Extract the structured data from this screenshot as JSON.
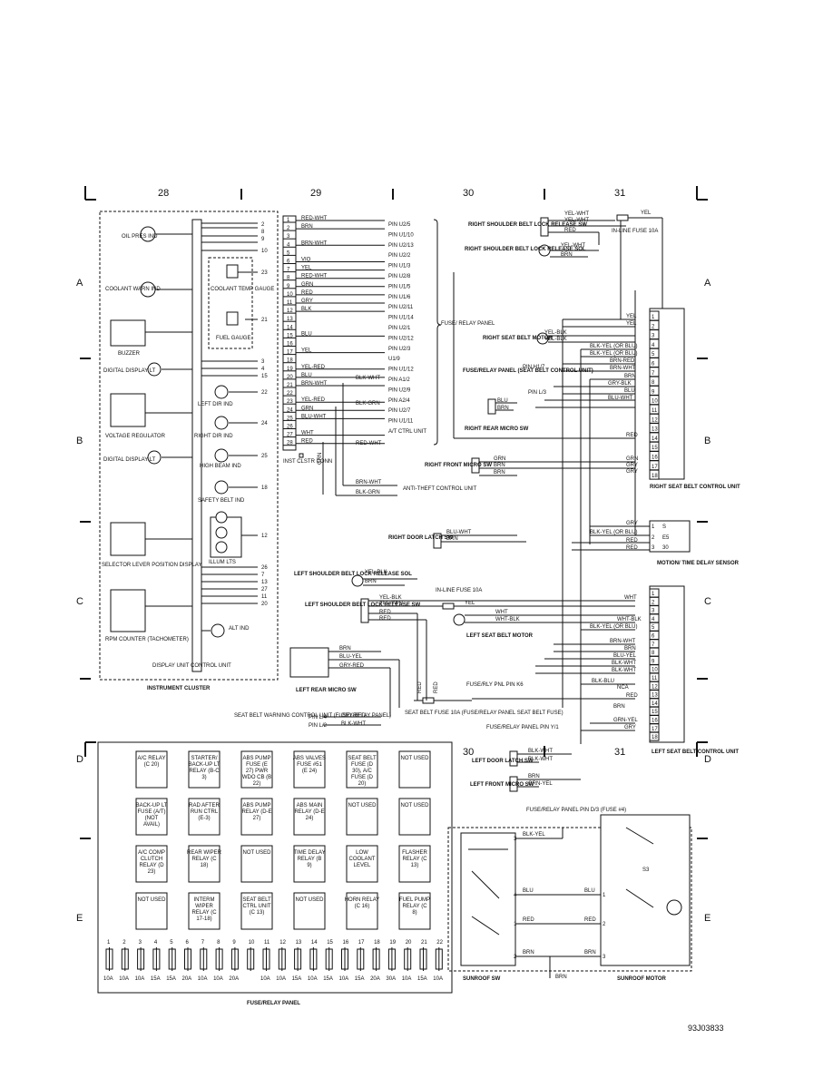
{
  "grid": {
    "columns": [
      "28",
      "29",
      "30",
      "31"
    ],
    "rows": [
      "A",
      "B",
      "C",
      "D",
      "E"
    ]
  },
  "instrument_cluster": {
    "title": "INSTRUMENT CLUSTER",
    "unit_label": "DISPLAY UNIT CONTROL UNIT",
    "components": [
      "OIL PRES IND",
      "COOLANT WARN IND",
      "BUZZER",
      "DIGITAL DISPLAY LT",
      "VOLTAGE REGULATOR",
      "DIGITAL DISPLAY LT",
      "SELECTOR LEVER POSITION DISPLAY",
      "RPM COUNTER (TACHOMETER)"
    ],
    "gauges": [
      "COOLANT TEMP GAUGE",
      "FUEL GAUGE"
    ],
    "indicators": [
      "LEFT DIR IND",
      "RIGHT DIR IND",
      "HIGH BEAM IND",
      "SAFETY BELT IND",
      "ILLUM LTS",
      "ALT IND"
    ],
    "pin_numbers": [
      "2",
      "8",
      "9",
      "10",
      "23",
      "21",
      "3",
      "4",
      "15",
      "22",
      "24",
      "25",
      "18",
      "12",
      "26",
      "7",
      "13",
      "27",
      "11",
      "20"
    ]
  },
  "inst_connector": {
    "label": "INST CLSTR CONN",
    "pins": [
      "1",
      "2",
      "3",
      "4",
      "5",
      "6",
      "7",
      "8",
      "9",
      "10",
      "11",
      "12",
      "13",
      "14",
      "15",
      "16",
      "17",
      "18",
      "19",
      "20",
      "21",
      "22",
      "23",
      "24",
      "25",
      "26",
      "27",
      "28"
    ],
    "wires": [
      "RED-WHT",
      "BRN",
      "",
      "BRN-WHT",
      "",
      "VIO",
      "YEL",
      "RED-WHT",
      "GRN",
      "RED",
      "GRY",
      "BLK",
      "",
      "",
      "BLU",
      "",
      "YEL",
      "",
      "YEL-RED",
      "BLU",
      "BRN-WHT",
      "",
      "YEL-RED",
      "GRN",
      "BLU-WHT",
      "",
      "WHT",
      "RED"
    ],
    "destinations": [
      "PIN U2/5",
      "PIN U1/10",
      "PIN U2/13",
      "PIN U2/2",
      "PIN U1/3",
      "PIN U2/8",
      "PIN U1/5",
      "PIN U1/6",
      "PIN U2/11",
      "PIN U1/14",
      "PIN U2/1",
      "PIN U2/12",
      "PIN U2/3",
      "U1/9",
      "PIN U1/12",
      "PIN A1/2",
      "PIN U2/9",
      "PIN A2/4",
      "PIN U2/7",
      "PIN U1/11",
      "A/T CTRL UNIT"
    ],
    "extra_wires": [
      "BLK-WHT",
      "BLK-GRN",
      "RED-WHT",
      "GRN",
      "BRN-WHT",
      "BLK-GRN"
    ],
    "fuse_relay_panel": "FUSE/ RELAY PANEL",
    "anti_theft": "ANTI-THEFT CONTROL UNIT"
  },
  "right_side": {
    "shoulder_belt_sw": "RIGHT SHOULDER BELT LOCK RELEASE SW",
    "shoulder_belt_sol": "RIGHT SHOULDER BELT LOCK RELEASE SOL",
    "inline_fuse": "IN-LINE FUSE 10A",
    "seat_belt_motor": "RIGHT SEAT BELT MOTOR",
    "fuse_relay_panel": "FUSE/RELAY PANEL (SEAT BELT CONTROL UNIT)",
    "pin_h": "PIN H1/7",
    "pin_l": "PIN L/3",
    "rear_micro_sw": "RIGHT REAR MICRO SW",
    "front_micro_sw": "RIGHT FRONT MICRO SW",
    "door_latch_sw": "RIGHT DOOR LATCH SW",
    "control_unit": "RIGHT SEAT BELT CONTROL UNIT",
    "control_unit_pins": [
      "1",
      "2",
      "3",
      "4",
      "5",
      "6",
      "7",
      "8",
      "9",
      "10",
      "11",
      "12",
      "13",
      "14",
      "15",
      "16",
      "17",
      "18"
    ],
    "wires": [
      "YEL-WHT",
      "YEL-WHT",
      "RED",
      "YEL-WHT",
      "BRN",
      "YEL",
      "YEL",
      "YEL-BLK",
      "YEL-BLK",
      "BLK-YEL (OR BLU)",
      "BLK-YEL (OR BLU)",
      "BRN-RED",
      "BRN-WHT",
      "BRN",
      "GRY-BLK",
      "BLU",
      "BLU-WHT",
      "BLU",
      "BRN",
      "RED",
      "GRN",
      "BRN",
      "BRN",
      "GRN",
      "GRY",
      "GRY",
      "BLU-WHT",
      "BRN",
      "YEL"
    ]
  },
  "motion_sensor": {
    "label": "MOTION/ TIME DELAY SENSOR",
    "pins": [
      "1",
      "2",
      "3"
    ],
    "codes": [
      "S",
      "E5",
      "30"
    ],
    "wires": [
      "GRY",
      "BLK-YEL (OR BLU)",
      "RED",
      "RED"
    ]
  },
  "left_side": {
    "shoulder_belt_sol": "LEFT SHOULDER BELT LOCK RELEASE SOL",
    "shoulder_belt_sw": "LEFT SHOULDER BELT LOCK RELEASE SW",
    "inline_fuse": "IN-LINE FUSE 10A",
    "seat_belt_motor": "LEFT SEAT BELT MOTOR",
    "rear_micro_sw": "LEFT REAR MICRO SW",
    "door_latch_sw": "LEFT DOOR LATCH SW",
    "front_micro_sw": "LEFT FRONT MICRO SW",
    "control_unit": "LEFT SEAT BELT CONTROL UNIT",
    "control_unit_pins": [
      "1",
      "2",
      "3",
      "4",
      "5",
      "6",
      "7",
      "8",
      "9",
      "10",
      "11",
      "12",
      "13",
      "14",
      "15",
      "16",
      "17",
      "18"
    ],
    "wires": [
      "YEL-BLK",
      "BRN",
      "YEL-BLK",
      "YEL-WHT",
      "RED",
      "RED",
      "YEL",
      "WHT",
      "WHT-BLK",
      "WHT",
      "WHT-BLK",
      "BLK-YEL (OR BLU)",
      "BRN-WHT",
      "BRN",
      "BLU-YEL",
      "BLK-WHT",
      "BLK-WHT",
      "BLK-BLU",
      "NCA",
      "RED",
      "GRN-YEL",
      "GRY",
      "BRN",
      "BLU-YEL",
      "GRY-RED",
      "BLK-WHT",
      "GRY-RED",
      "BLK-WHT",
      "BLK-WHT",
      "BRN",
      "GRN-YEL",
      "BRN"
    ]
  },
  "warning_unit": {
    "label": "SEAT BELT WARNING CONTROL UNIT (FUSE/ RELAY PANEL)",
    "pins": [
      "PIN L/4",
      "PIN L/2"
    ],
    "seat_belt_fuse": "SEAT BELT FUSE 10A (FUSE/RELAY PANEL SEAT BELT FUSE)",
    "fuse_wires": [
      "RED",
      "RED"
    ],
    "pin_y": "FUSE/RELAY PANEL PIN Y/1",
    "pin_k": "FUSE/RLY PNL PIN K6"
  },
  "fuse_panel": {
    "title": "FUSE/RELAY PANEL",
    "relays": [
      [
        "A/C RELAY (C 20)",
        "STARTER/ BACK-UP LT RELAY (B-C 3)",
        "ABS PUMP FUSE (E 27) PWR WDO CB (B 22)",
        "ABS VALVES FUSE #51 (E 24)",
        "SEAT BELT FUSE (D 30), A/C FUSE (D 20)",
        "NOT USED"
      ],
      [
        "BACK-UP LT FUSE (A/T) (NOT AVAIL)",
        "RAD AFTER RUN CTRL (E-3)",
        "ABS PUMP RELAY (D-E 27)",
        "ABS MAIN RELAY (D-E 24)",
        "NOT USED",
        "NOT USED"
      ],
      [
        "A/C COMP CLUTCH RELAY (D 23)",
        "REAR WIPER RELAY (C 18)",
        "NOT USED",
        "TIME DELAY RELAY (B 9)",
        "LOW COOLANT LEVEL",
        "FLASHER RELAY (C 13)"
      ],
      [
        "NOT USED",
        "INTERM WIPER RELAY (C 17-18)",
        "SEAT BELT CTRL UNIT (C 13)",
        "NOT USED",
        "HORN RELAY (C 16)",
        "FUEL PUMP RELAY (C 8)"
      ]
    ],
    "fuse_numbers": [
      "1",
      "2",
      "3",
      "4",
      "5",
      "6",
      "7",
      "8",
      "9",
      "10",
      "11",
      "12",
      "13",
      "14",
      "15",
      "16",
      "17",
      "18",
      "19",
      "20",
      "21",
      "22"
    ],
    "fuse_ratings": [
      "10A",
      "10A",
      "10A",
      "15A",
      "15A",
      "20A",
      "10A",
      "10A",
      "20A",
      "",
      "10A",
      "10A",
      "15A",
      "10A",
      "15A",
      "10A",
      "15A",
      "20A",
      "30A",
      "10A",
      "15A",
      "10A"
    ]
  },
  "sunroof": {
    "switch_label": "SUNROOF SW",
    "motor_label": "SUNROOF MOTOR",
    "fuse_label": "FUSE/RELAY PANEL PIN D/3 (FUSE #4)",
    "switch_pins": [
      "3",
      "4",
      "1",
      "2"
    ],
    "motor_pins": [
      "1",
      "2",
      "3"
    ],
    "wires": [
      "BLK-YEL",
      "BLU",
      "BLU",
      "RED",
      "RED",
      "BRN",
      "BRN",
      "BRN"
    ],
    "s3_label": "S3"
  },
  "figure_id": "93J03833"
}
